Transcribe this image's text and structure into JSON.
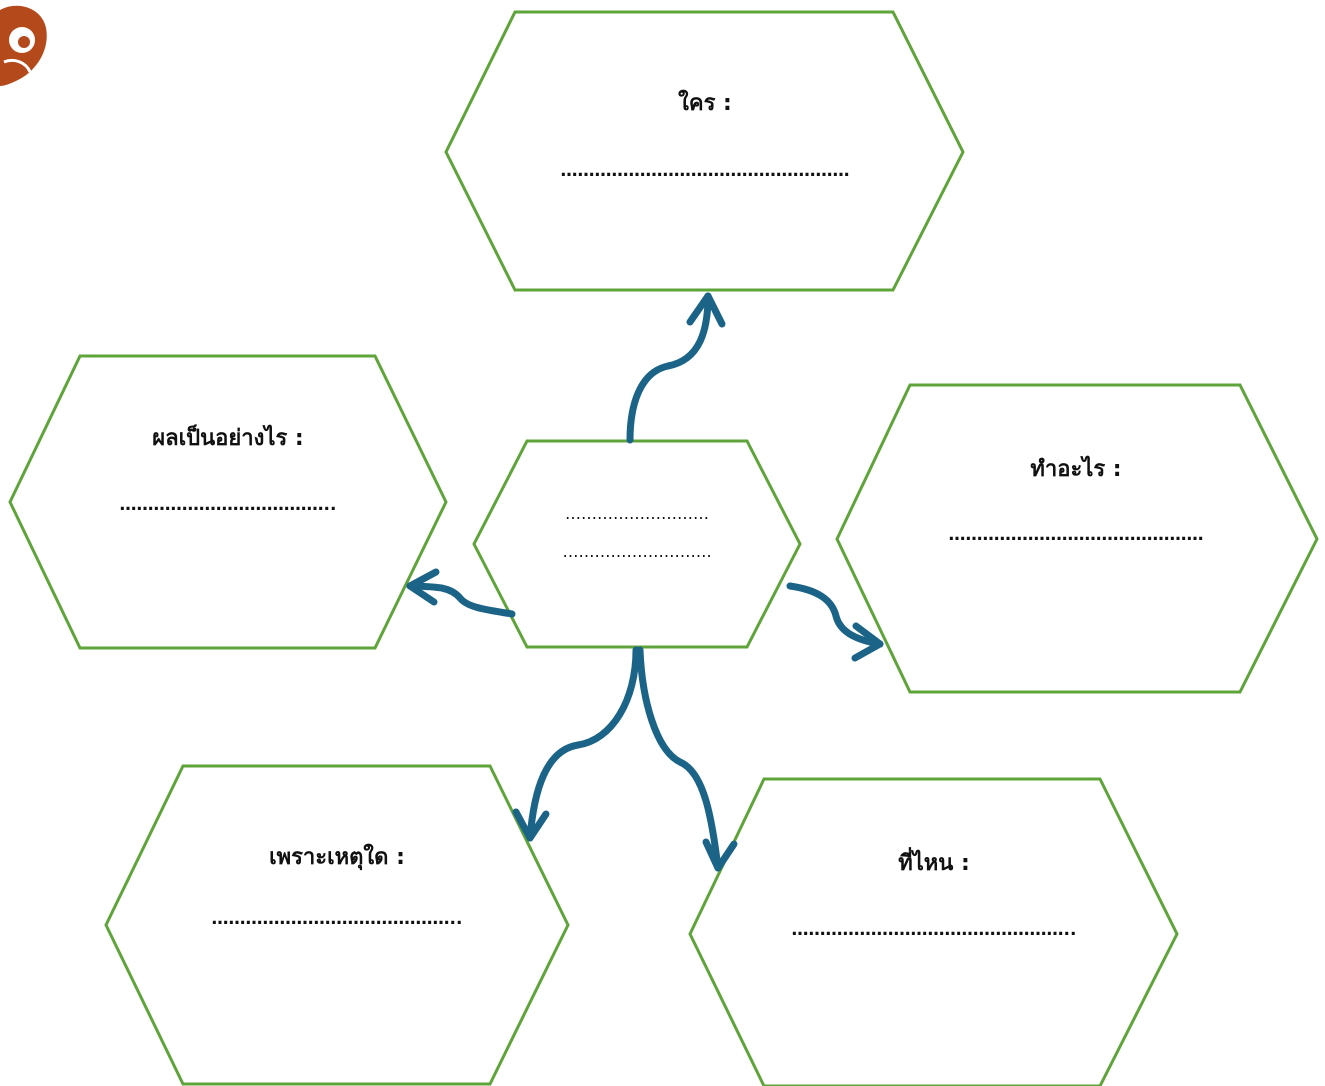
{
  "colors": {
    "hex_outline": "#5fa43a",
    "arrow": "#1c6487",
    "ornament": "#b44a1c"
  },
  "center": {
    "line1": "………………………",
    "line2": "………………………."
  },
  "boxes": {
    "who": {
      "label": "ใคร :",
      "blank": "……………………………………………"
    },
    "what": {
      "label": "ทำอะไร :",
      "blank": "………………………………………"
    },
    "where": {
      "label": "ที่ไหน :",
      "blank": "………………………………………….."
    },
    "why": {
      "label": "เพราะเหตุใด :",
      "blank": "…………………………………….."
    },
    "result": {
      "label": "ผลเป็นอย่างไร :",
      "blank": "……………………………….."
    }
  },
  "icons": {
    "corner": "thai-ornament-icon"
  }
}
